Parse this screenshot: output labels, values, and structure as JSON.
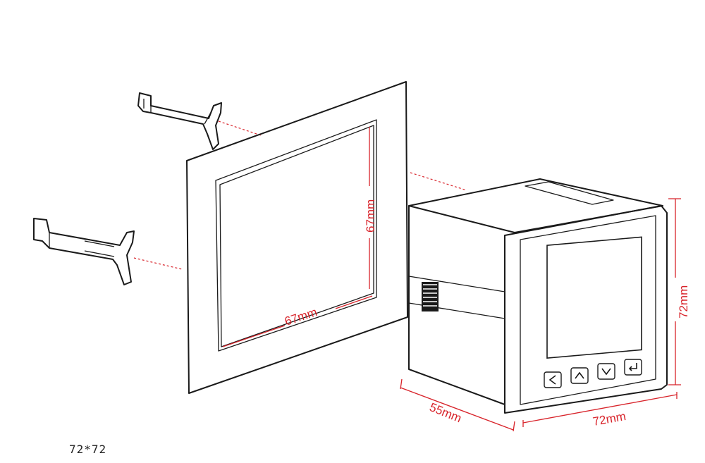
{
  "dimensions": {
    "cutout_height": "67mm",
    "cutout_width": "67mm",
    "depth": "55mm",
    "front_width": "72mm",
    "front_height": "72mm"
  },
  "model_label": "72*72",
  "keypad": {
    "keys": [
      "left-icon",
      "up-icon",
      "down-icon",
      "enter-icon"
    ]
  },
  "colors": {
    "dimension": "#d8232a",
    "outline": "#1a1a1a"
  }
}
